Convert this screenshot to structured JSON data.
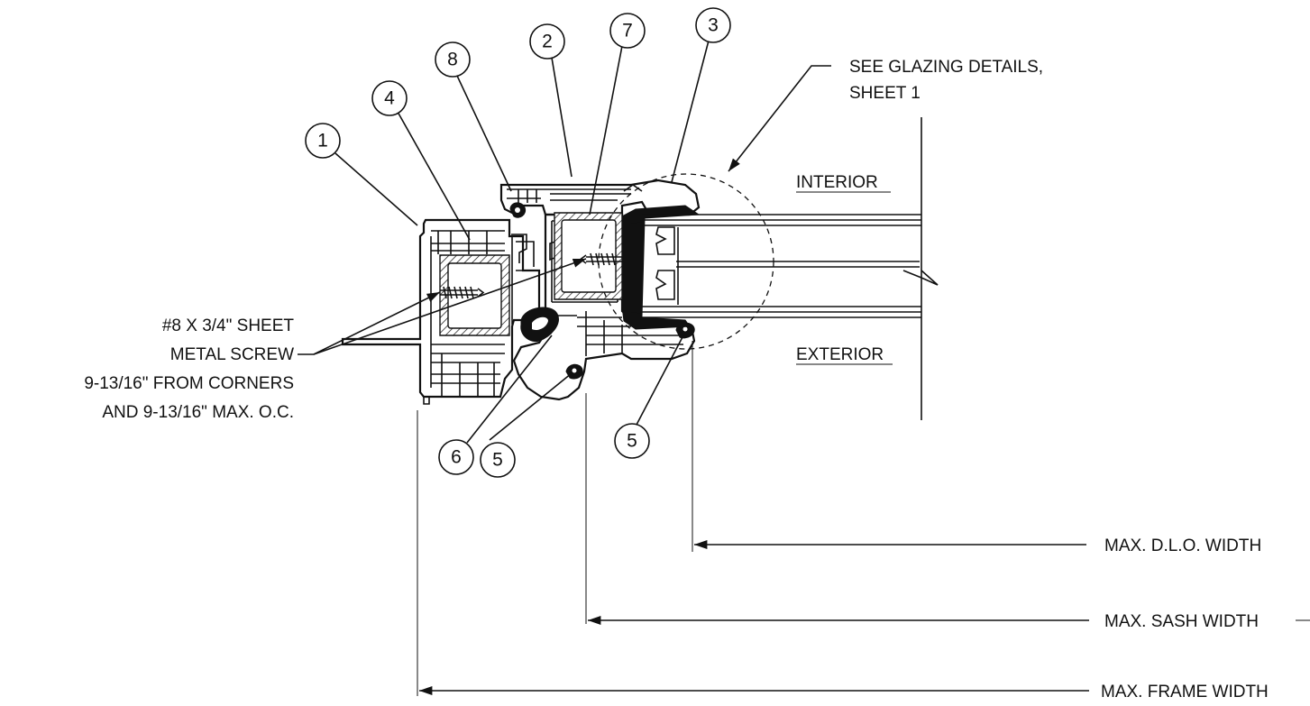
{
  "callouts": [
    "1",
    "2",
    "3",
    "4",
    "5",
    "5",
    "6",
    "7",
    "8"
  ],
  "notes": {
    "glazing_line1": "SEE GLAZING DETAILS,",
    "glazing_line2": "SHEET 1",
    "interior": "INTERIOR",
    "exterior": "EXTERIOR",
    "screw_line1": "#8 X 3/4\" SHEET",
    "screw_line2": "METAL SCREW",
    "screw_line3": "9-13/16\" FROM CORNERS",
    "screw_line4": "AND 9-13/16\" MAX. O.C."
  },
  "dimensions": {
    "dlo": "MAX. D.L.O. WIDTH",
    "sash": "MAX. SASH WIDTH",
    "frame": "MAX. FRAME WIDTH"
  }
}
